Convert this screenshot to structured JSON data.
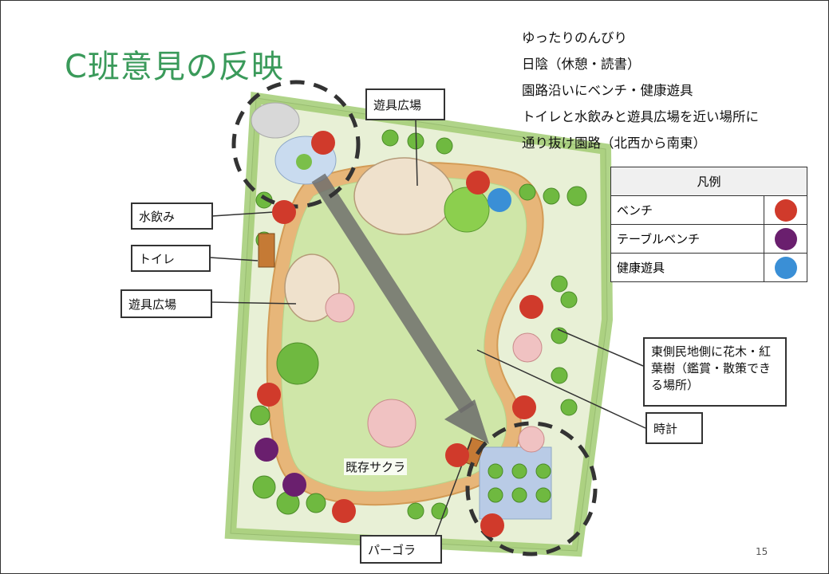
{
  "slide": {
    "title": "C班意見の反映",
    "page_number": "15"
  },
  "opinions": [
    "ゆったりのんびり",
    "日陰（休憩・読書）",
    "園路沿いにベンチ・健康遊具",
    "トイレと水飲みと遊具広場を近い場所に",
    "通り抜け園路（北西から南東）"
  ],
  "legend": {
    "title": "凡例",
    "items": [
      {
        "label": "ベンチ",
        "color": "#d03a2b"
      },
      {
        "label": "テーブルベンチ",
        "color": "#6a1f6e"
      },
      {
        "label": "健康遊具",
        "color": "#3a8fd6"
      }
    ]
  },
  "callouts": {
    "play_area_top": "遊具広場",
    "drinking_fountain": "水飲み",
    "toilet": "トイレ",
    "play_area_left": "遊具広場",
    "east_trees": "東側民地側に花木・紅葉樹（鑑賞・散策できる場所）",
    "clock": "時計",
    "pergola": "パーゴラ",
    "existing_sakura": "既存サクラ"
  },
  "colors": {
    "title_green": "#3a9a5a",
    "lawn": "#cfe6a8",
    "path": "#e7b679",
    "arrow": "#6b6b6b"
  }
}
